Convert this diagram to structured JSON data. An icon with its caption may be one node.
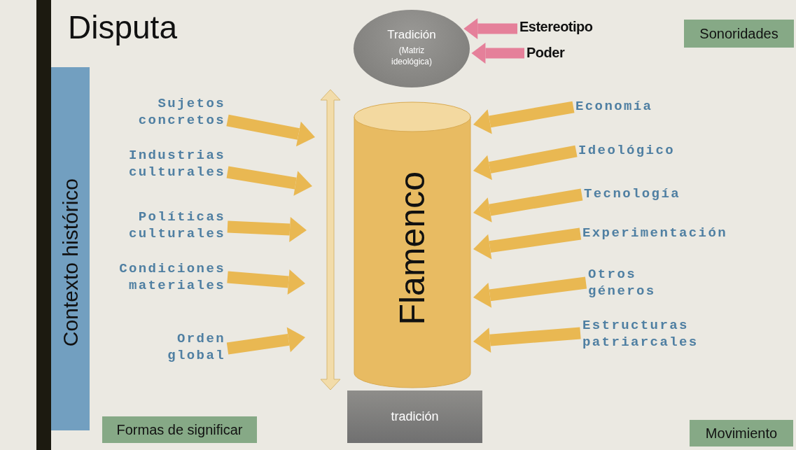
{
  "diagram": {
    "title": "Disputa",
    "nodes": [
      {
        "text": [
          "Tradición",
          "(Matriz ideológica)"
        ]
      },
      {
        "text": [
          "Estereotipo"
        ]
      },
      {
        "text": [
          "Poder"
        ]
      },
      {
        "text": [
          "Flamenco"
        ]
      },
      {
        "text": [
          "tradición"
        ]
      },
      {
        "text": [
          "Contexto histórico"
        ]
      },
      {
        "text": [
          "Sujetos concretos"
        ]
      },
      {
        "text": [
          "Industrias culturales"
        ]
      },
      {
        "text": [
          "Políticas culturales"
        ]
      },
      {
        "text": [
          "Condiciones materiales"
        ]
      },
      {
        "text": [
          "Orden global"
        ]
      },
      {
        "text": [
          "Economía"
        ]
      },
      {
        "text": [
          "Ideológico"
        ]
      },
      {
        "text": [
          "Tecnología"
        ]
      },
      {
        "text": [
          "Experimentación"
        ]
      },
      {
        "text": [
          "Otros géneros"
        ]
      },
      {
        "text": [
          "Estructuras patriarcales"
        ]
      },
      {
        "text": [
          "Sonoridades"
        ]
      },
      {
        "text": [
          "Formas de significar"
        ]
      },
      {
        "text": [
          "Movimiento"
        ]
      }
    ],
    "edges": [
      {
        "from": 1,
        "to": 0,
        "arrow": "to",
        "color": "#e5809a"
      },
      {
        "from": 2,
        "to": 0,
        "arrow": "to",
        "color": "#e5809a"
      },
      {
        "from": 6,
        "to": null,
        "arrow": "to"
      },
      {
        "from": 7,
        "to": null,
        "arrow": "to"
      },
      {
        "from": 8,
        "to": null,
        "arrow": "to"
      },
      {
        "from": 9,
        "to": null,
        "arrow": "to"
      },
      {
        "from": 10,
        "to": null,
        "arrow": "to"
      },
      {
        "from": 11,
        "to": 3,
        "arrow": "to"
      },
      {
        "from": 12,
        "to": 3,
        "arrow": "to"
      },
      {
        "from": 13,
        "to": 3,
        "arrow": "to"
      },
      {
        "from": 14,
        "to": 3,
        "arrow": "to"
      },
      {
        "from": 15,
        "to": 3,
        "arrow": "to"
      },
      {
        "from": 16,
        "to": 3,
        "arrow": "to"
      }
    ]
  }
}
